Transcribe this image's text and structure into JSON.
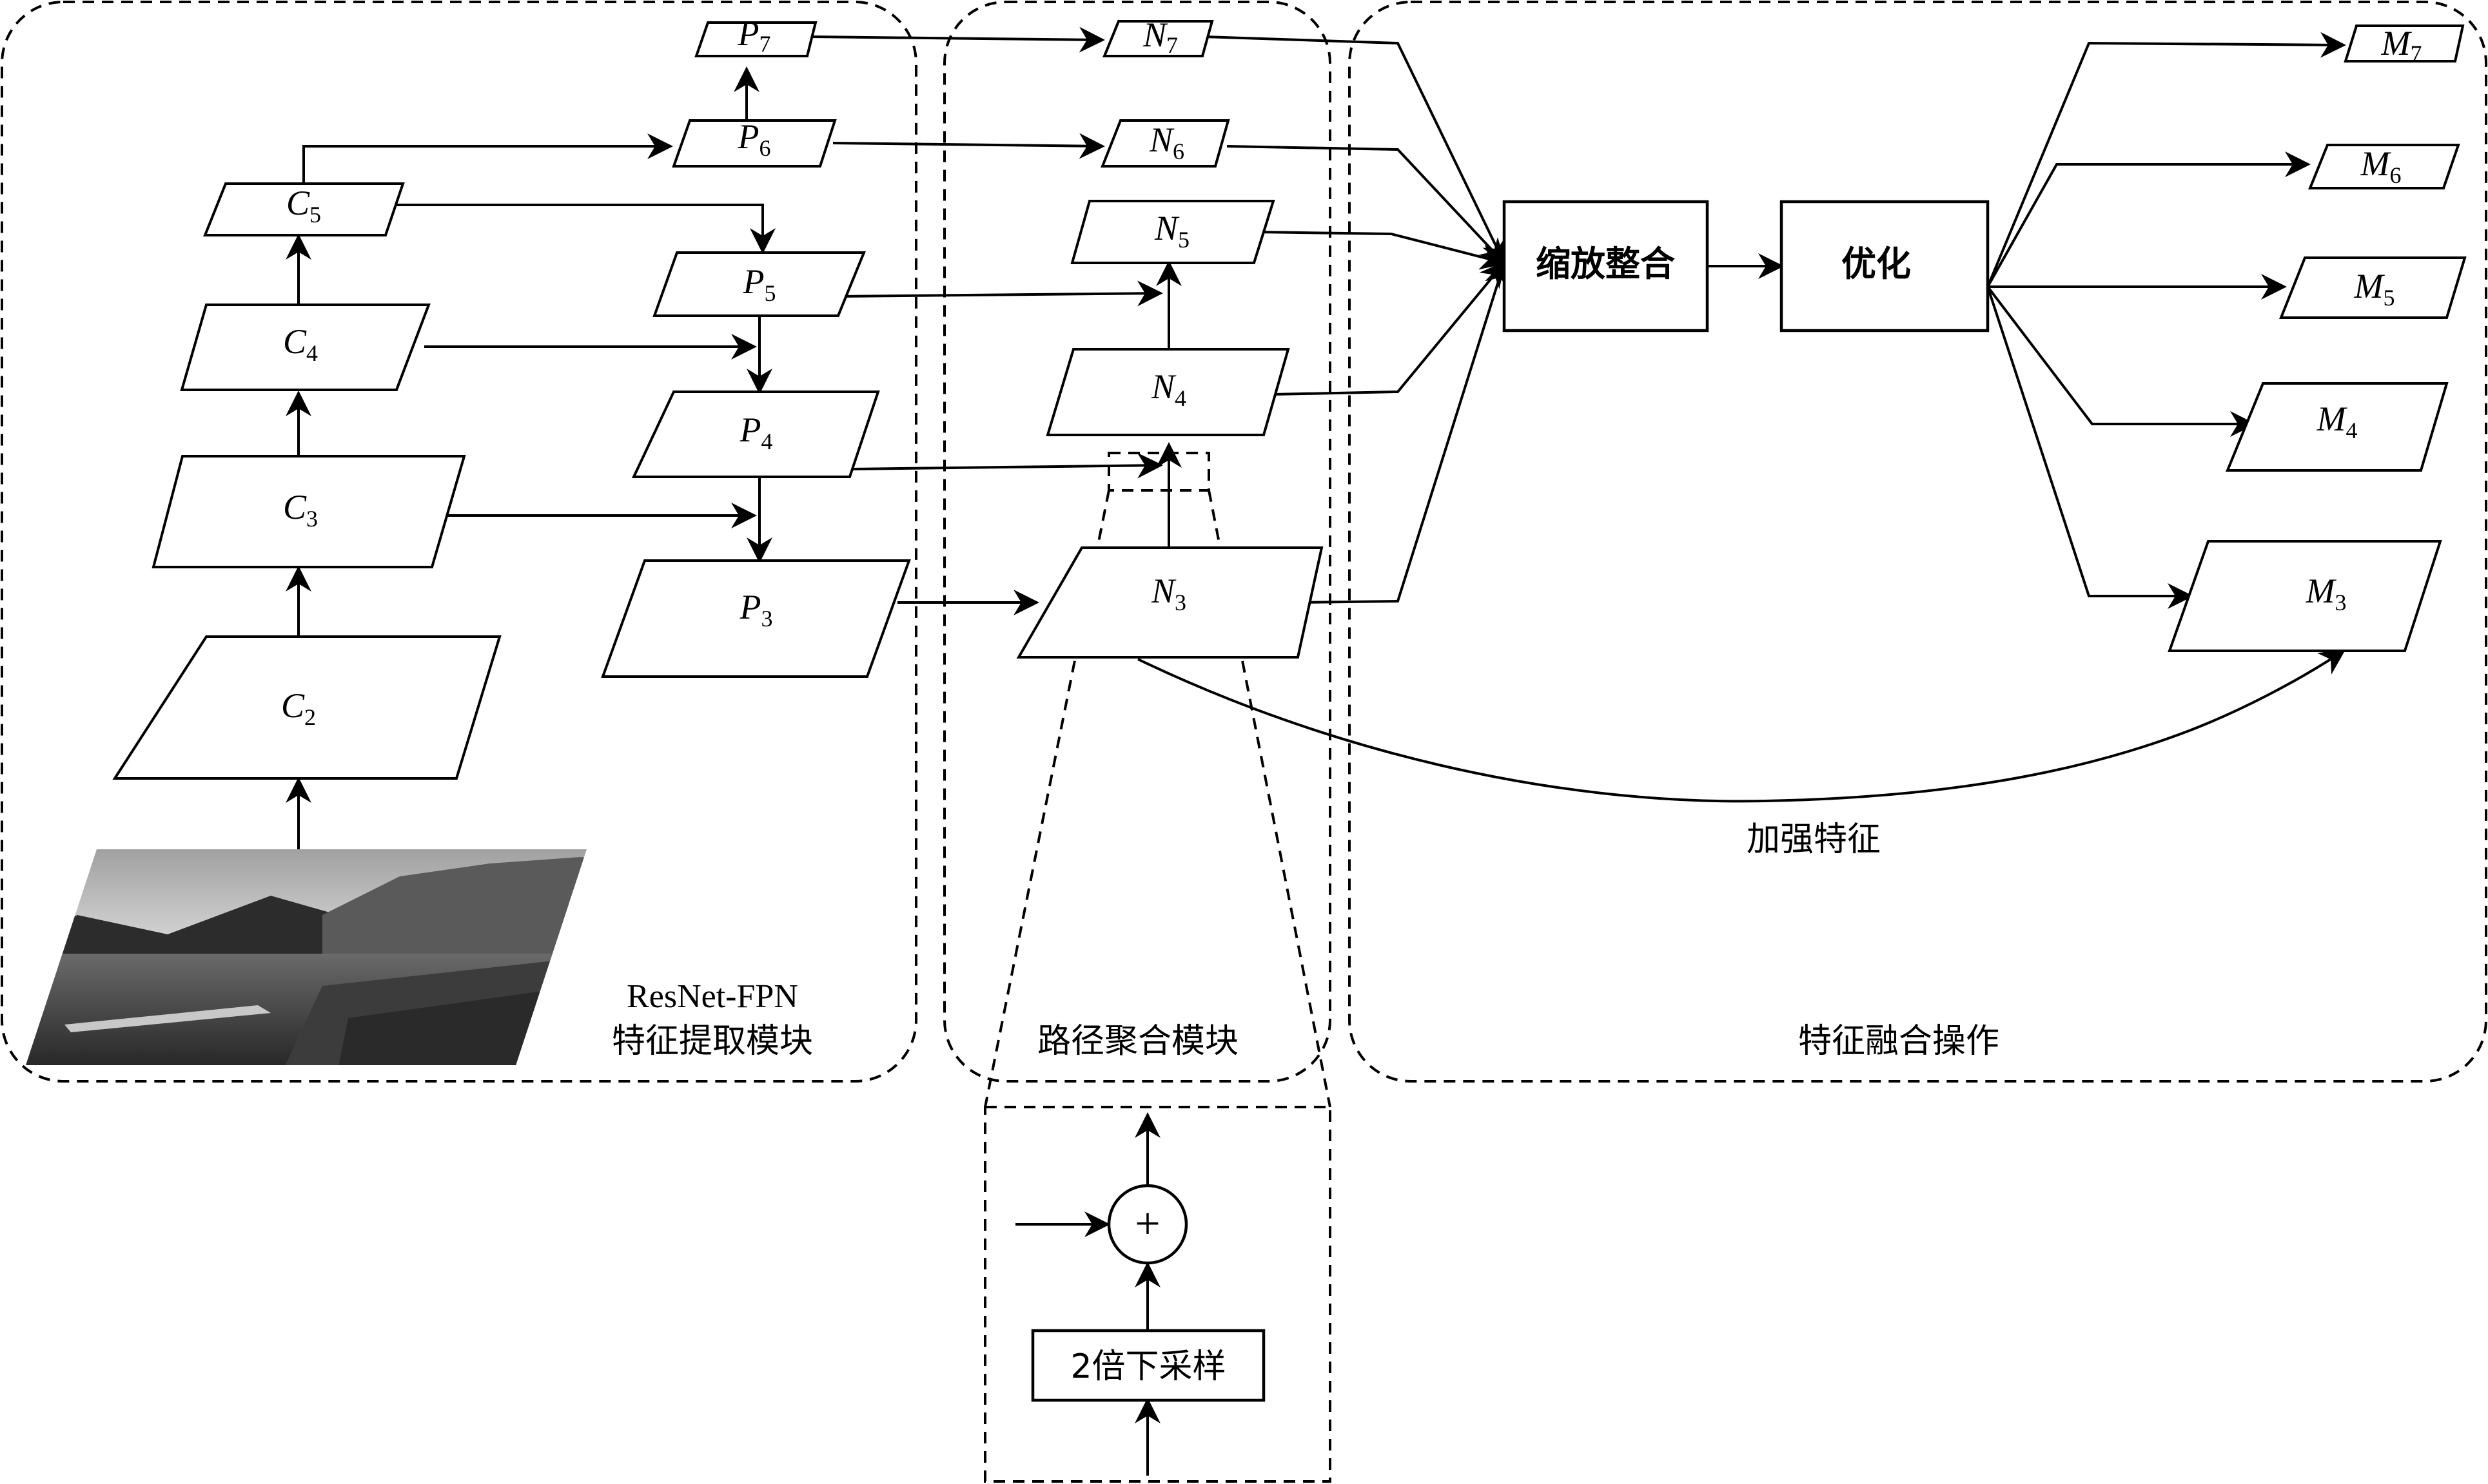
{
  "nodes": {
    "C2": {
      "letter": "C",
      "sub": "2"
    },
    "C3": {
      "letter": "C",
      "sub": "3"
    },
    "C4": {
      "letter": "C",
      "sub": "4"
    },
    "C5": {
      "letter": "C",
      "sub": "5"
    },
    "P3": {
      "letter": "P",
      "sub": "3"
    },
    "P4": {
      "letter": "P",
      "sub": "4"
    },
    "P5": {
      "letter": "P",
      "sub": "5"
    },
    "P6": {
      "letter": "P",
      "sub": "6"
    },
    "P7": {
      "letter": "P",
      "sub": "7"
    },
    "N3": {
      "letter": "N",
      "sub": "3"
    },
    "N4": {
      "letter": "N",
      "sub": "4"
    },
    "N5": {
      "letter": "N",
      "sub": "5"
    },
    "N6": {
      "letter": "N",
      "sub": "6"
    },
    "N7": {
      "letter": "N",
      "sub": "7"
    },
    "M3": {
      "letter": "M",
      "sub": "3"
    },
    "M4": {
      "letter": "M",
      "sub": "4"
    },
    "M5": {
      "letter": "M",
      "sub": "5"
    },
    "M6": {
      "letter": "M",
      "sub": "6"
    },
    "M7": {
      "letter": "M",
      "sub": "7"
    }
  },
  "boxes": {
    "scale": "缩放整合",
    "optimize": "优化",
    "downsample": "2倍下采样"
  },
  "regions": {
    "resnet_line1": "ResNet-FPN",
    "resnet_line2": "特征提取模块",
    "path_agg": "路径聚合模块",
    "fusion": "特征融合操作"
  },
  "labels": {
    "enhance": "加强特征",
    "plus": "+"
  }
}
